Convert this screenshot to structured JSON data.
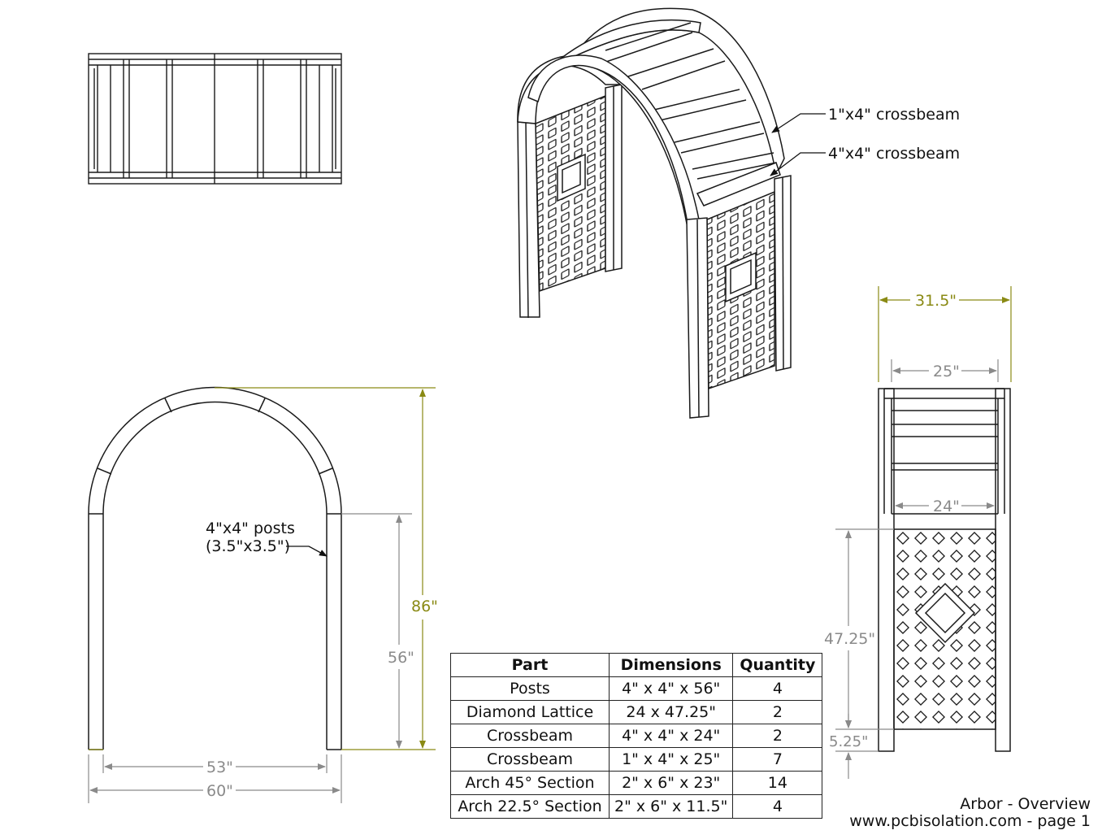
{
  "annotations": {
    "crossbeam_1x4": "1\"x4\" crossbeam",
    "crossbeam_4x4": "4\"x4\" crossbeam",
    "posts_line1": "4\"x4\" posts",
    "posts_line2": "(3.5\"x3.5\")"
  },
  "dimensions": {
    "overall_height": "86\"",
    "post_height": "56\"",
    "inner_width": "53\"",
    "outer_width": "60\"",
    "side_outer_depth": "31.5\"",
    "side_inner_depth": "25\"",
    "lattice_width": "24\"",
    "lattice_height": "47.25\"",
    "lattice_bottom_gap": "5.25\""
  },
  "colors": {
    "line": "#1a1a1a",
    "dimension_gray": "#8a8a8a",
    "dimension_olive": "#8a8a14"
  },
  "table": {
    "headers": [
      "Part",
      "Dimensions",
      "Quantity"
    ],
    "rows": [
      [
        "Posts",
        "4\" x 4\" x 56\"",
        "4"
      ],
      [
        "Diamond Lattice",
        "24 x 47.25\"",
        "2"
      ],
      [
        "Crossbeam",
        "4\" x 4\" x 24\"",
        "2"
      ],
      [
        "Crossbeam",
        "1\" x 4\" x 25\"",
        "7"
      ],
      [
        "Arch 45° Section",
        "2\" x 6\" x 23\"",
        "14"
      ],
      [
        "Arch 22.5° Section",
        "2\" x 6\" x 11.5\"",
        "4"
      ]
    ]
  },
  "title_block": {
    "title": "Arbor - Overview",
    "site": "www.pcbisolation.com - page 1"
  }
}
